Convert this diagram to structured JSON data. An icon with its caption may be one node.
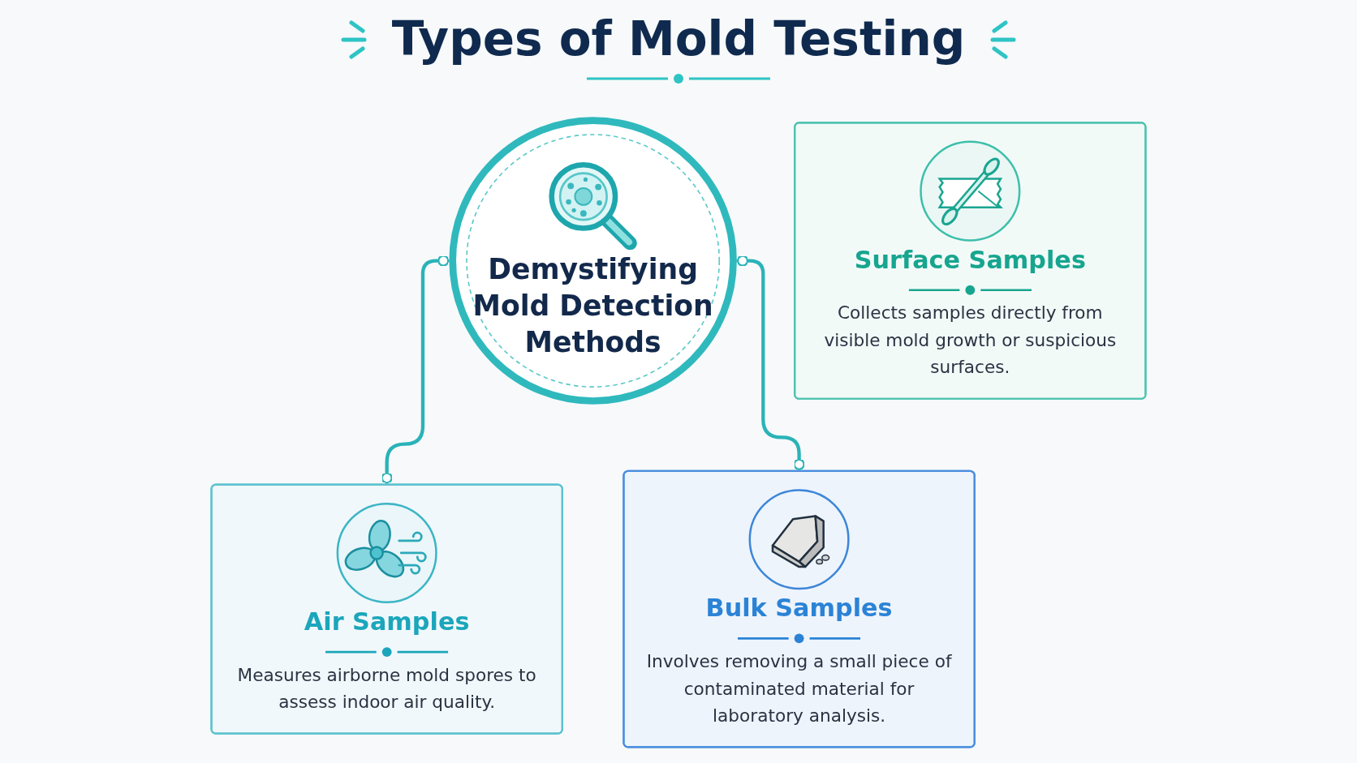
{
  "diagram": {
    "title": "Types of Mold Testing",
    "nodes": [
      {
        "text": [
          "Demystifying Mold Detection Methods"
        ]
      },
      {
        "text": [
          "Air Samples",
          "Measures airborne mold spores to assess indoor air quality."
        ]
      },
      {
        "text": [
          "Surface Samples",
          "Collects samples directly from visible mold growth or suspicious surfaces."
        ]
      },
      {
        "text": [
          "Bulk Samples",
          "Involves removing a small piece of contaminated material for laboratory analysis."
        ]
      }
    ],
    "edges": [
      {
        "from": 0,
        "to": 1,
        "arrow": "other"
      },
      {
        "from": 0,
        "to": 3,
        "arrow": "other"
      }
    ]
  }
}
